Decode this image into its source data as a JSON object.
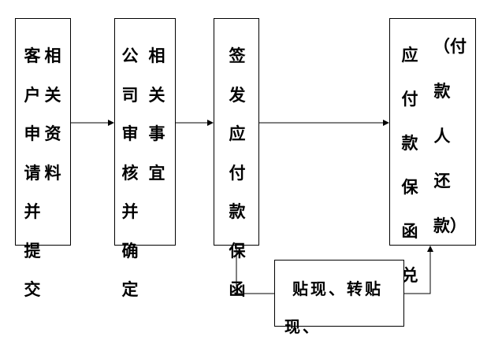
{
  "boxes": {
    "b1": {
      "col1": "客户申请并提交",
      "col2": "相关资料"
    },
    "b2": {
      "col1": "公司审核并确定",
      "col2": "相关事宜"
    },
    "b3": {
      "col1": "签发应付款保函"
    },
    "b4": {
      "col1": "应付款保函兑",
      "col2": "（付款人还款）"
    },
    "b5": {
      "text": "贴现、转贴现、"
    }
  },
  "colors": {
    "line": "#000000",
    "background": "#ffffff"
  }
}
